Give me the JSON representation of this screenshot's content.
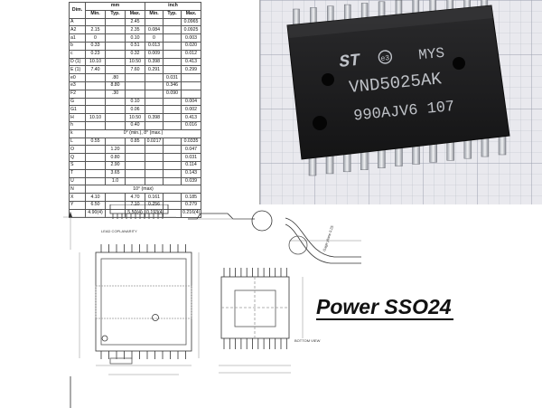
{
  "table": {
    "header": {
      "dim": "Dim.",
      "mm": "mm",
      "inch": "inch",
      "cols": [
        "Min.",
        "Typ.",
        "Max.",
        "Min.",
        "Typ.",
        "Max."
      ]
    },
    "rows": [
      {
        "dim": "A",
        "mm_min": "",
        "mm_typ": "",
        "mm_max": "2.45",
        "in_min": "",
        "in_typ": "",
        "in_max": "0.0965"
      },
      {
        "dim": "A2",
        "mm_min": "2.15",
        "mm_typ": "",
        "mm_max": "2.35",
        "in_min": "0.084",
        "in_typ": "",
        "in_max": "0.0925"
      },
      {
        "dim": "a1",
        "mm_min": "0",
        "mm_typ": "",
        "mm_max": "0.10",
        "in_min": "0",
        "in_typ": "",
        "in_max": "0.003"
      },
      {
        "dim": "b",
        "mm_min": "0.33",
        "mm_typ": "",
        "mm_max": "0.51",
        "in_min": "0.013",
        "in_typ": "",
        "in_max": "0.020"
      },
      {
        "dim": "c",
        "mm_min": "0.23",
        "mm_typ": "",
        "mm_max": "0.32",
        "in_min": "0.009",
        "in_typ": "",
        "in_max": "0.012"
      },
      {
        "dim": "D (1)",
        "mm_min": "10.10",
        "mm_typ": "",
        "mm_max": "10.50",
        "in_min": "0.398",
        "in_typ": "",
        "in_max": "0.413"
      },
      {
        "dim": "E (1)",
        "mm_min": "7.40",
        "mm_typ": "",
        "mm_max": "7.60",
        "in_min": "0.291",
        "in_typ": "",
        "in_max": "0.299"
      },
      {
        "dim": "e0",
        "mm_min": "",
        "mm_typ": ".80",
        "mm_max": "",
        "in_min": "",
        "in_typ": "0.031",
        "in_max": ""
      },
      {
        "dim": "e3",
        "mm_min": "",
        "mm_typ": "8.80",
        "mm_max": "",
        "in_min": "",
        "in_typ": "0.346",
        "in_max": ""
      },
      {
        "dim": "F2",
        "mm_min": "",
        "mm_typ": ".30",
        "mm_max": "",
        "in_min": "",
        "in_typ": "0.090",
        "in_max": ""
      },
      {
        "dim": "G",
        "mm_min": "",
        "mm_typ": "",
        "mm_max": "0.10",
        "in_min": "",
        "in_typ": "",
        "in_max": "0.004"
      },
      {
        "dim": "G1",
        "mm_min": "",
        "mm_typ": "",
        "mm_max": "0.06",
        "in_min": "",
        "in_typ": "",
        "in_max": "0.002"
      },
      {
        "dim": "H",
        "mm_min": "10.10",
        "mm_typ": "",
        "mm_max": "10.50",
        "in_min": "0.398",
        "in_typ": "",
        "in_max": "0.413"
      },
      {
        "dim": "h",
        "mm_min": "",
        "mm_typ": "",
        "mm_max": "0.40",
        "in_min": "",
        "in_typ": "",
        "in_max": "0.016"
      },
      {
        "dim": "k",
        "merged": "0° (min.), 8° (max.)"
      },
      {
        "dim": "L",
        "mm_min": "0.55",
        "mm_typ": "",
        "mm_max": "0.85",
        "in_min": "0.0217",
        "in_typ": "",
        "in_max": "0.0335"
      },
      {
        "dim": "O",
        "mm_min": "",
        "mm_typ": "1.20",
        "mm_max": "",
        "in_min": "",
        "in_typ": "",
        "in_max": "0.047"
      },
      {
        "dim": "Q",
        "mm_min": "",
        "mm_typ": "0.80",
        "mm_max": "",
        "in_min": "",
        "in_typ": "",
        "in_max": "0.031"
      },
      {
        "dim": "S",
        "mm_min": "",
        "mm_typ": "2.90",
        "mm_max": "",
        "in_min": "",
        "in_typ": "",
        "in_max": "0.114"
      },
      {
        "dim": "T",
        "mm_min": "",
        "mm_typ": "3.65",
        "mm_max": "",
        "in_min": "",
        "in_typ": "",
        "in_max": "0.143"
      },
      {
        "dim": "U",
        "mm_min": "",
        "mm_typ": "1.0",
        "mm_max": "",
        "in_min": "",
        "in_typ": "",
        "in_max": "0.039"
      },
      {
        "dim": "N",
        "merged": "10° (max)"
      },
      {
        "dim": "X",
        "mm_min": "4.10",
        "mm_typ": "",
        "mm_max": "4.70",
        "in_min": "0.161",
        "in_typ": "",
        "in_max": "0.185"
      },
      {
        "dim": "Y",
        "mm_min": "6.50",
        "mm_typ": "",
        "mm_max": "7.10",
        "in_min": "0.256",
        "in_typ": "",
        "in_max": "0.279"
      },
      {
        "dim": "",
        "mm_min": "4.90(4)",
        "mm_typ": "",
        "mm_max": "5.50(4)",
        "in_min": "0.193(4)",
        "in_typ": "",
        "in_max": "0.216(4)"
      }
    ]
  },
  "photo": {
    "brand": "ST",
    "line1": "MYS",
    "line2": "VND5025AK",
    "line3": "990AJV6 107",
    "pin_count": 24
  },
  "drawing": {
    "labels": {
      "lead_coplanarity": "LEAD COPLANARITY",
      "gage_plane": "Gage plane 0.25",
      "bottom_view": "BOTTOM VIEW"
    }
  },
  "caption": "Power SSO24"
}
